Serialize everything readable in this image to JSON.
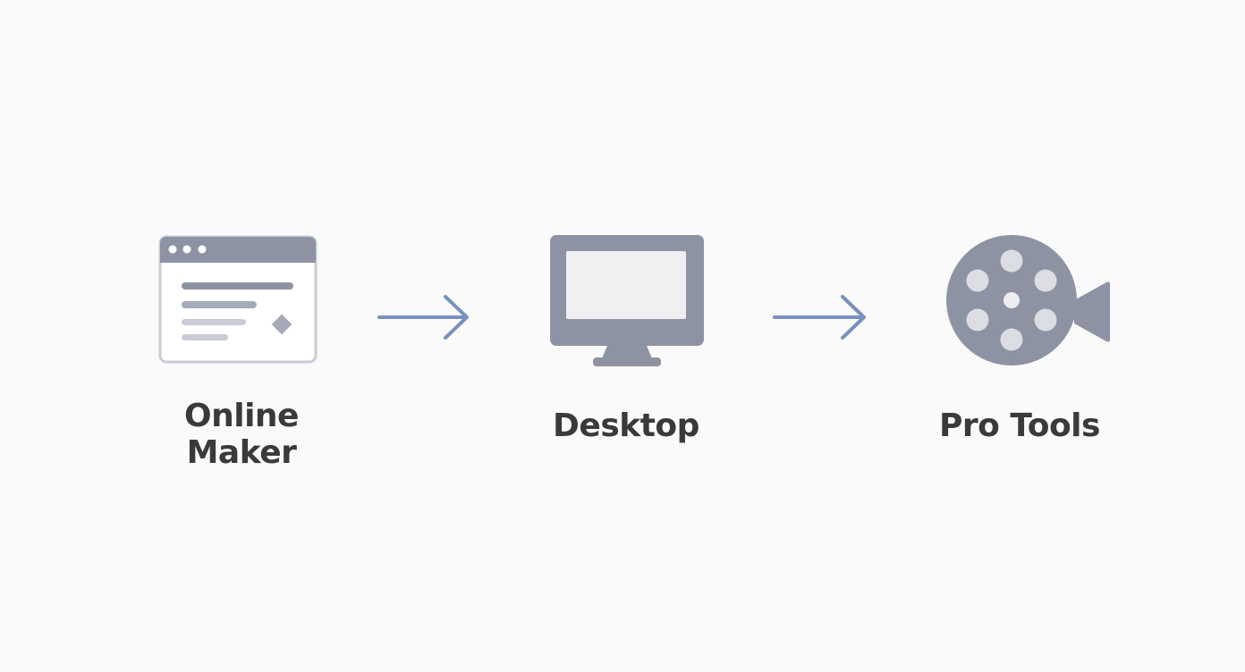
{
  "diagram": {
    "steps": [
      {
        "icon": "browser-window-icon",
        "label_lines": [
          "Online",
          "Maker"
        ]
      },
      {
        "icon": "desktop-monitor-icon",
        "label_lines": [
          "Desktop"
        ]
      },
      {
        "icon": "film-reel-camera-icon",
        "label_lines": [
          "Pro Tools"
        ]
      }
    ],
    "connectors": [
      "arrow-right-icon",
      "arrow-right-icon"
    ]
  },
  "colors": {
    "background": "#fafafa",
    "icon": "#8e93a4",
    "icon_light": "#c9ccd5",
    "arrow": "#7891bd",
    "label": "#3a3a3c"
  }
}
